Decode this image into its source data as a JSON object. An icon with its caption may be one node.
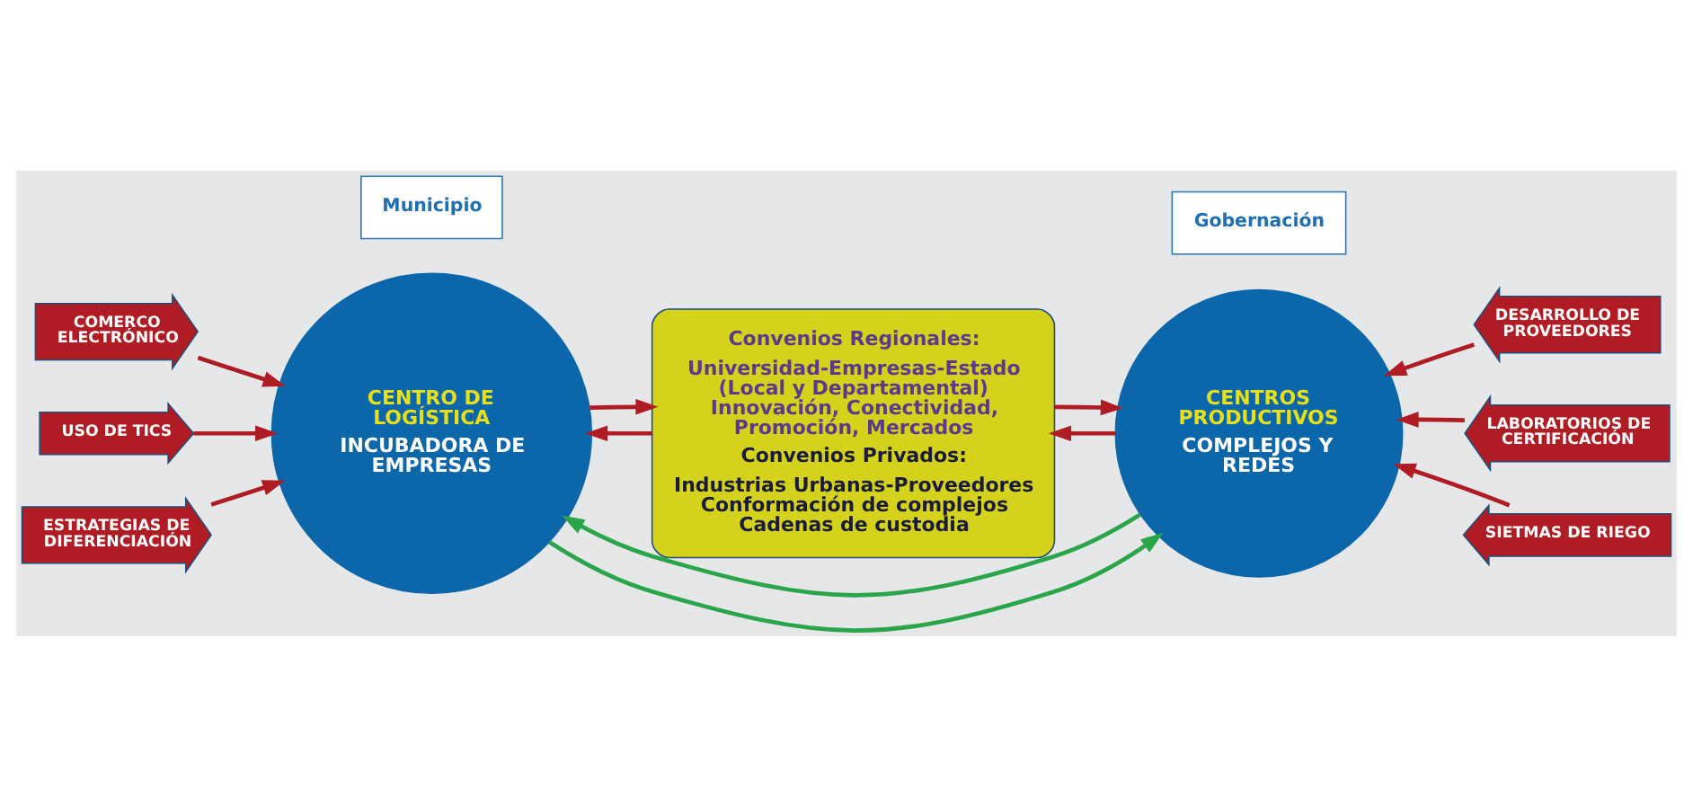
{
  "diagram": {
    "nodes": [
      {
        "text": [
          "COMERCO ELECTRÓNICO"
        ]
      },
      {
        "text": [
          "USO DE TICS"
        ]
      },
      {
        "text": [
          "ESTRATEGIAS DE DIFERENCIACIÓN"
        ]
      },
      {
        "text": [
          "Municipio"
        ]
      },
      {
        "text": [
          "CENTRO DE LOGÍSTICA",
          "INCUBADORA DE EMPRESAS"
        ]
      },
      {
        "text": [
          "Convenios Regionales:",
          "Universidad-Empresas-Estado (Local y Departamental) Innovación, Conectividad, Promoción, Mercados",
          "Convenios Privados:",
          "Industrias Urbanas-Proveedores Conformación de complejos Cadenas de custodia"
        ]
      },
      {
        "text": [
          "Gobernación"
        ]
      },
      {
        "text": [
          "CENTROS PRODUCTIVOS",
          "COMPLEJOS Y REDES"
        ]
      },
      {
        "text": [
          "DESARROLLO DE PROVEEDORES"
        ]
      },
      {
        "text": [
          "LABORATORIOS DE CERTIFICACIÓN"
        ]
      },
      {
        "text": [
          "SIETMAS DE RIEGO"
        ]
      }
    ],
    "edges": [
      {
        "from": 0,
        "to": 4,
        "arrow": "to"
      },
      {
        "from": 1,
        "to": 4,
        "arrow": "to"
      },
      {
        "from": 2,
        "to": 4,
        "arrow": "to"
      },
      {
        "from": 8,
        "to": 7,
        "arrow": "to"
      },
      {
        "from": 9,
        "to": 7,
        "arrow": "to"
      },
      {
        "from": 10,
        "to": 7,
        "arrow": "to"
      },
      {
        "from": 7,
        "to": 4,
        "arrow": "to",
        "color": "#2aa54a"
      },
      {
        "from": 4,
        "to": 7,
        "arrow": "to",
        "color": "#2aa54a"
      },
      {
        "from": 5,
        "to": 4,
        "arrow": "to"
      },
      {
        "from": 4,
        "to": 5,
        "arrow": "to"
      },
      {
        "from": 7,
        "to": 5,
        "arrow": "to"
      },
      {
        "from": 5,
        "to": 7,
        "arrow": "to"
      }
    ]
  }
}
